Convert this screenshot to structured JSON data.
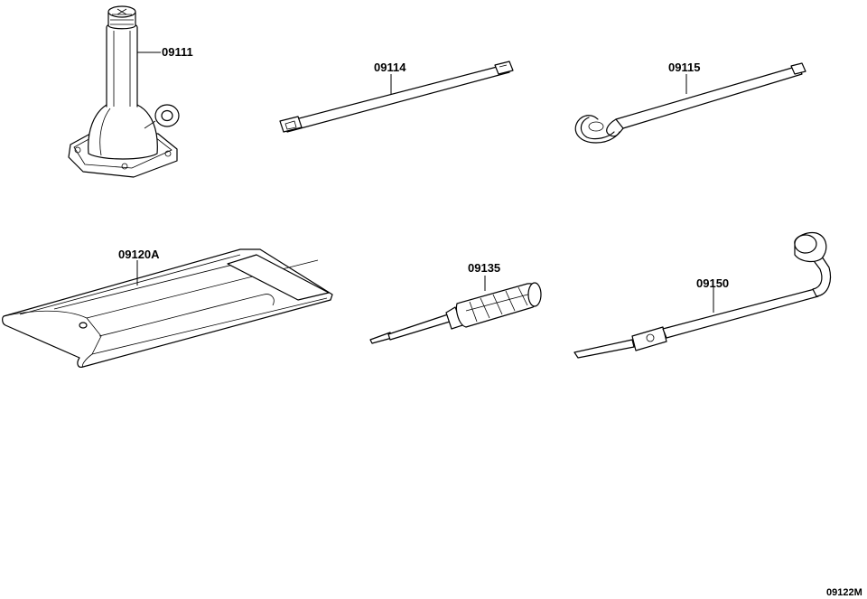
{
  "diagram": {
    "background_color": "#ffffff",
    "line_color": "#000000",
    "parts": [
      {
        "id": "jack",
        "label": "09111"
      },
      {
        "id": "extension-bar",
        "label": "09114"
      },
      {
        "id": "jack-handle",
        "label": "09115"
      },
      {
        "id": "tool-bag",
        "label": "09120A"
      },
      {
        "id": "screwdriver",
        "label": "09135"
      },
      {
        "id": "wheel-nut-wrench",
        "label": "09150"
      }
    ],
    "figure_code": "09122M"
  }
}
